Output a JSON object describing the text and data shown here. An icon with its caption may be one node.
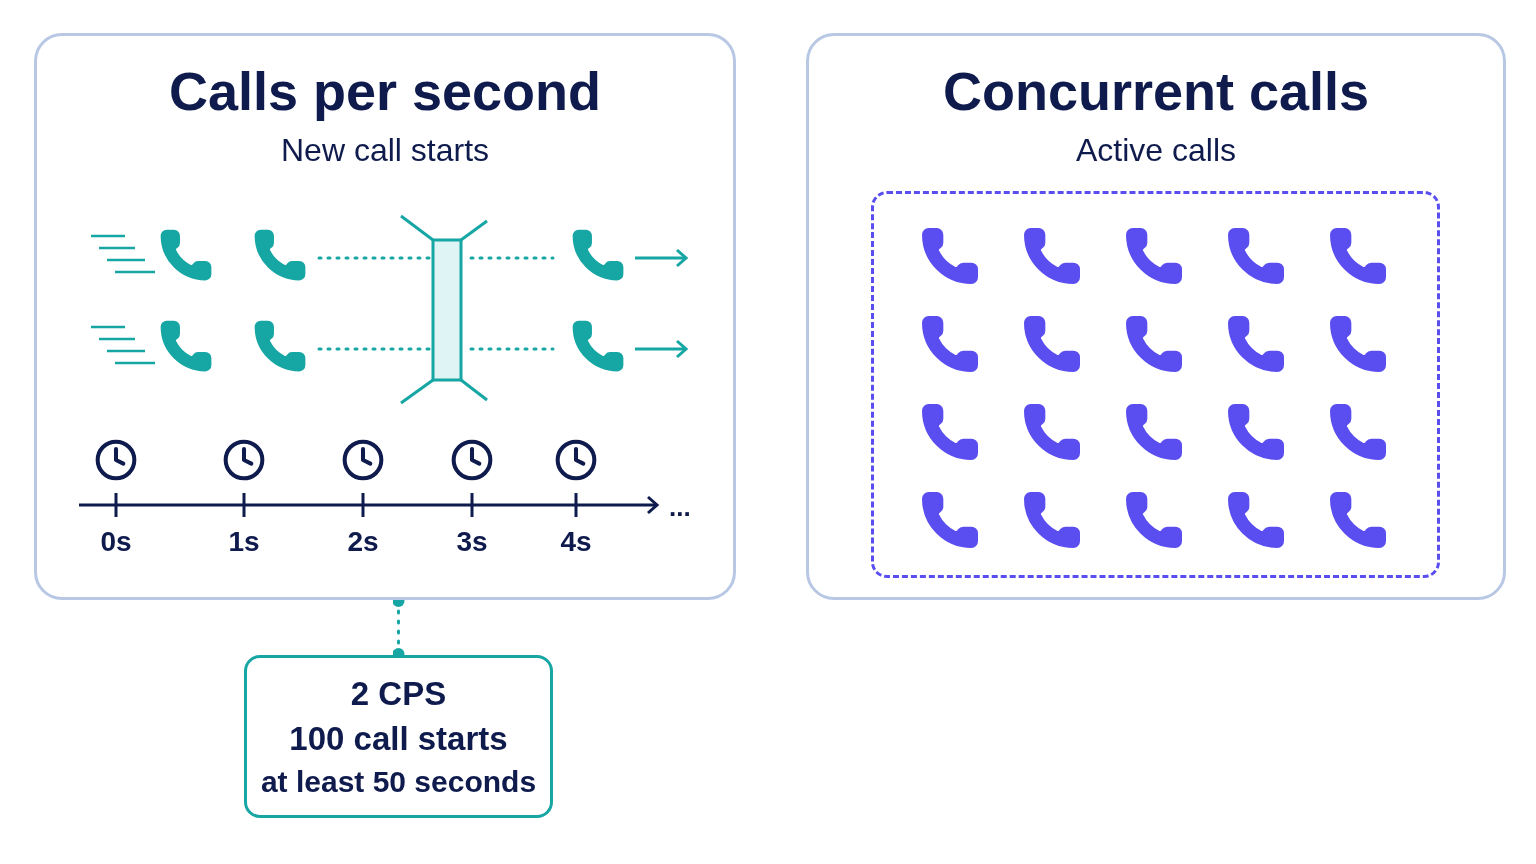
{
  "diagram": {
    "nodes": [
      {
        "text": [
          "Calls per second",
          "New call starts"
        ]
      },
      {
        "text": [
          "Concurrent calls",
          "Active calls"
        ]
      },
      {
        "text": [],
        "shape": "box",
        "in": 1
      },
      {
        "text": [
          "2 CPS",
          "100 call starts",
          "at least 50 seconds"
        ]
      }
    ],
    "edges": [
      {
        "from": 0,
        "to": 3,
        "arrow": "other",
        "style": "dashed"
      }
    ],
    "labels": [
      "0s",
      "1s",
      "2s",
      "3s",
      "4s",
      "..."
    ]
  }
}
